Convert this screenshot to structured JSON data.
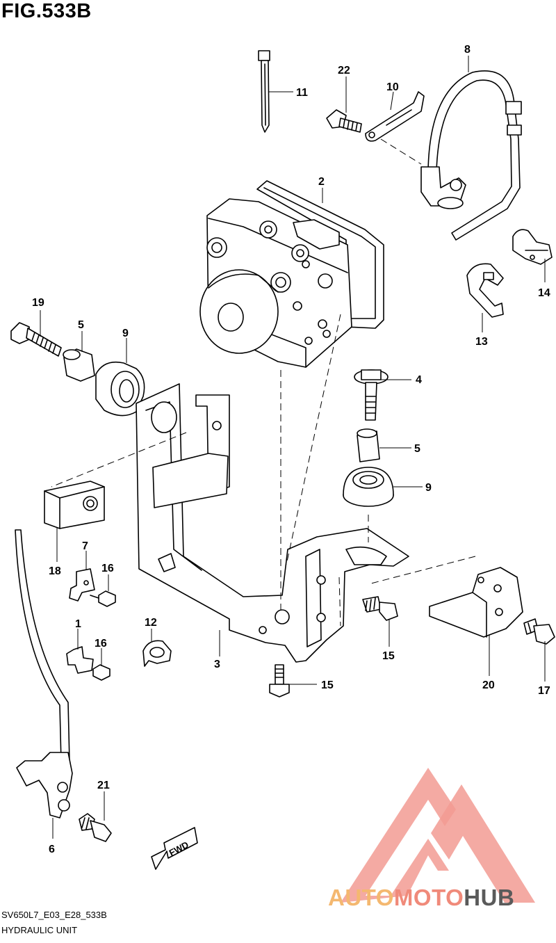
{
  "figure": {
    "title": "FIG.533B",
    "code": "SV650L7_E03_E28_533B",
    "name": "HYDRAULIC UNIT",
    "direction_label": "FWD"
  },
  "watermark": {
    "part1": "AUTO",
    "part2": "MOTO",
    "part3": "HUB",
    "color1": "#f4b870",
    "color2": "#f08a7a",
    "color3": "#5a5a5a"
  },
  "callouts": [
    {
      "id": "c1",
      "label": "1"
    },
    {
      "id": "c2",
      "label": "2"
    },
    {
      "id": "c3",
      "label": "3"
    },
    {
      "id": "c4",
      "label": "4"
    },
    {
      "id": "c5a",
      "label": "5"
    },
    {
      "id": "c5b",
      "label": "5"
    },
    {
      "id": "c6",
      "label": "6"
    },
    {
      "id": "c7",
      "label": "7"
    },
    {
      "id": "c8",
      "label": "8"
    },
    {
      "id": "c9a",
      "label": "9"
    },
    {
      "id": "c9b",
      "label": "9"
    },
    {
      "id": "c10",
      "label": "10"
    },
    {
      "id": "c11",
      "label": "11"
    },
    {
      "id": "c12",
      "label": "12"
    },
    {
      "id": "c13",
      "label": "13"
    },
    {
      "id": "c14",
      "label": "14"
    },
    {
      "id": "c15a",
      "label": "15"
    },
    {
      "id": "c15b",
      "label": "15"
    },
    {
      "id": "c16a",
      "label": "16"
    },
    {
      "id": "c16b",
      "label": "16"
    },
    {
      "id": "c17",
      "label": "17"
    },
    {
      "id": "c18",
      "label": "18"
    },
    {
      "id": "c19",
      "label": "19"
    },
    {
      "id": "c20",
      "label": "20"
    },
    {
      "id": "c21",
      "label": "21"
    },
    {
      "id": "c22",
      "label": "22"
    }
  ]
}
